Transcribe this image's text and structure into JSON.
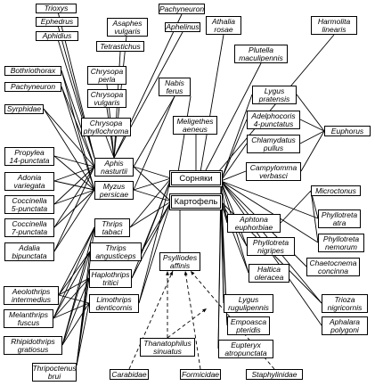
{
  "diagram": {
    "hubs": {
      "weeds": "Сорняки",
      "potato": "Картофель"
    },
    "nodes": [
      {
        "id": "trioxys",
        "label": "Trioxys"
      },
      {
        "id": "ephedrus",
        "label": "Ephedrus"
      },
      {
        "id": "aphidius",
        "label": "Aphidius"
      },
      {
        "id": "asaphes",
        "label": "Asaphes\nvulgaris"
      },
      {
        "id": "pachyneuron_top",
        "label": "Pachyneuron"
      },
      {
        "id": "aphelinus",
        "label": "Aphelinus"
      },
      {
        "id": "athalia",
        "label": "Athalia\nrosae"
      },
      {
        "id": "harmolita",
        "label": "Harmolita\nlinearis"
      },
      {
        "id": "tetrastichus",
        "label": "Tetrastichus"
      },
      {
        "id": "bothriothorax",
        "label": "Bothriothorax"
      },
      {
        "id": "pachyneuron_left",
        "label": "Pachyneuron"
      },
      {
        "id": "plutella",
        "label": "Plutella\nmaculipennis"
      },
      {
        "id": "chrysopa_perla",
        "label": "Chrysopa\nperla"
      },
      {
        "id": "chrysopa_vulgaris",
        "label": "Chrysopa\nvulgaris"
      },
      {
        "id": "nabis",
        "label": "Nabis\nferus"
      },
      {
        "id": "lygus_pratensis",
        "label": "Lygus\npratensis"
      },
      {
        "id": "syrphidae",
        "label": "Syrphidae"
      },
      {
        "id": "chrysopa_phyllo",
        "label": "Chrysopa\nphyllochroma"
      },
      {
        "id": "meligethes",
        "label": "Meligethes\naeneus"
      },
      {
        "id": "adelphocoris",
        "label": "Adelphocoris\n4-punctatus"
      },
      {
        "id": "euphorus",
        "label": "Euphorus"
      },
      {
        "id": "chlamydatus",
        "label": "Chlamydatus\npullus"
      },
      {
        "id": "propylea",
        "label": "Propylea\n14-punctata"
      },
      {
        "id": "aphis",
        "label": "Aphis\nnasturtii"
      },
      {
        "id": "campylomma",
        "label": "Campylomma\nverbasci"
      },
      {
        "id": "adonia",
        "label": "Adonia\nvariegata"
      },
      {
        "id": "myzus",
        "label": "Myzus\npersicae"
      },
      {
        "id": "microctonus",
        "label": "Microctonus"
      },
      {
        "id": "coccinella5",
        "label": "Coccinella\n5-punctata"
      },
      {
        "id": "aphtona",
        "label": "Aphtona\neuphorbiae"
      },
      {
        "id": "phyllotreta_atra",
        "label": "Phyllotreta\natra"
      },
      {
        "id": "coccinella7",
        "label": "Coccinella\n7-punctata"
      },
      {
        "id": "thrips_tabaci",
        "label": "Thrips\ntabaci"
      },
      {
        "id": "phyllotreta_nigripes",
        "label": "Phyllotreta\nnigripes"
      },
      {
        "id": "phyllotreta_nemorum",
        "label": "Phyllotreta\nnemorum"
      },
      {
        "id": "adalia",
        "label": "Adalia\nbipunctata"
      },
      {
        "id": "thrips_angusticeps",
        "label": "Thrips\nangusticeps"
      },
      {
        "id": "psylliodes",
        "label": "Psylliodes\naffinis"
      },
      {
        "id": "chaetocnema",
        "label": "Chaetocnema\nconcinna"
      },
      {
        "id": "haltica",
        "label": "Haltica\noleracea"
      },
      {
        "id": "aeolothrips",
        "label": "Aeolothrips\nintermedius"
      },
      {
        "id": "haplothrips",
        "label": "Haplothrips\ntritici"
      },
      {
        "id": "melanthrips",
        "label": "Melanthrips\nfuscus"
      },
      {
        "id": "limothrips",
        "label": "Limothrips\ndenticornis"
      },
      {
        "id": "lygus_rugul",
        "label": "Lygus\nrugulipennis"
      },
      {
        "id": "trioza",
        "label": "Trioza\nnigricornis"
      },
      {
        "id": "rhipido",
        "label": "Rhipidothrips\ngratiosus"
      },
      {
        "id": "empoasca",
        "label": "Empoasca\npteridis"
      },
      {
        "id": "aphalara",
        "label": "Aphalara\npolygoni"
      },
      {
        "id": "thanatophilus",
        "label": "Thanatophilus\nsinuatus"
      },
      {
        "id": "eupteryx",
        "label": "Eupteryx\natropunctata"
      },
      {
        "id": "thripoctenus",
        "label": "Thripoctenus\nbrui"
      },
      {
        "id": "carabidae",
        "label": "Carabidae"
      },
      {
        "id": "formicidae",
        "label": "Formicidae"
      },
      {
        "id": "staphylinidae",
        "label": "Staphylinidae"
      }
    ]
  }
}
